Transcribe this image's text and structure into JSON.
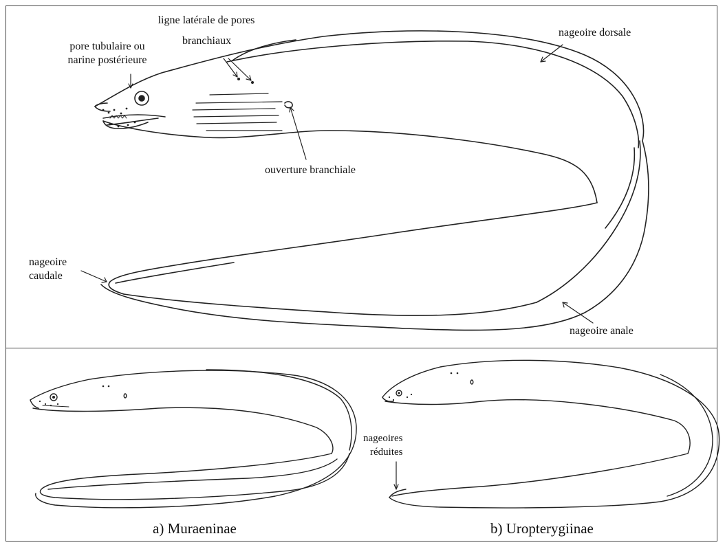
{
  "top_figure": {
    "labels": {
      "lateral_line_line1": "ligne latérale de pores",
      "lateral_line_line2": "branchiaux",
      "tubular_pore_line1": "pore tubulaire ou",
      "tubular_pore_line2": "narine postérieure",
      "dorsal_fin": "nageoire dorsale",
      "gill_opening": "ouverture branchiale",
      "caudal_fin_line1": "nageoire",
      "caudal_fin_line2": "caudale",
      "anal_fin": "nageoire anale"
    }
  },
  "bottom_figures": {
    "reduced_fins_line1": "nageoires",
    "reduced_fins_line2": "réduites",
    "caption_a": "a) Muraeninae",
    "caption_b": "b) Uropterygiinae"
  },
  "colors": {
    "line": "#222222",
    "frame": "#444444",
    "background": "#ffffff"
  }
}
